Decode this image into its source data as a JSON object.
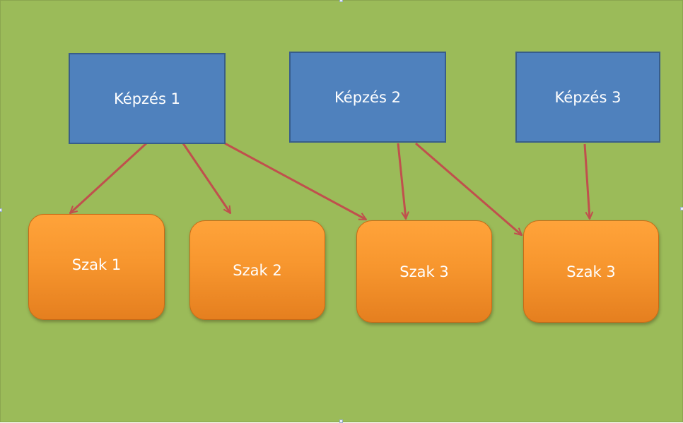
{
  "diagram": {
    "nodes": [
      {
        "id": "kepzes-1",
        "label": "Képzés 1",
        "kind": "training"
      },
      {
        "id": "kepzes-2",
        "label": "Képzés 2",
        "kind": "training"
      },
      {
        "id": "kepzes-3",
        "label": "Képzés 3",
        "kind": "training"
      },
      {
        "id": "szak-1a",
        "label": "Szak 1",
        "kind": "major"
      },
      {
        "id": "szak-2",
        "label": "Szak 2",
        "kind": "major"
      },
      {
        "id": "szak-3a",
        "label": "Szak 3",
        "kind": "major"
      },
      {
        "id": "szak-3b",
        "label": "Szak 3",
        "kind": "major"
      }
    ],
    "edges": [
      {
        "from": "kepzes-1",
        "to": "szak-1a"
      },
      {
        "from": "kepzes-1",
        "to": "szak-2"
      },
      {
        "from": "kepzes-1",
        "to": "szak-3a"
      },
      {
        "from": "kepzes-2",
        "to": "szak-3a"
      },
      {
        "from": "kepzes-2",
        "to": "szak-3b"
      },
      {
        "from": "kepzes-3",
        "to": "szak-3b"
      }
    ]
  },
  "colors": {
    "background": "#9bbb59",
    "training_fill": "#4f81bd",
    "training_border": "#385d8a",
    "major_fill": "#f79646",
    "arrow": "#c0504d",
    "text": "#ffffff"
  }
}
